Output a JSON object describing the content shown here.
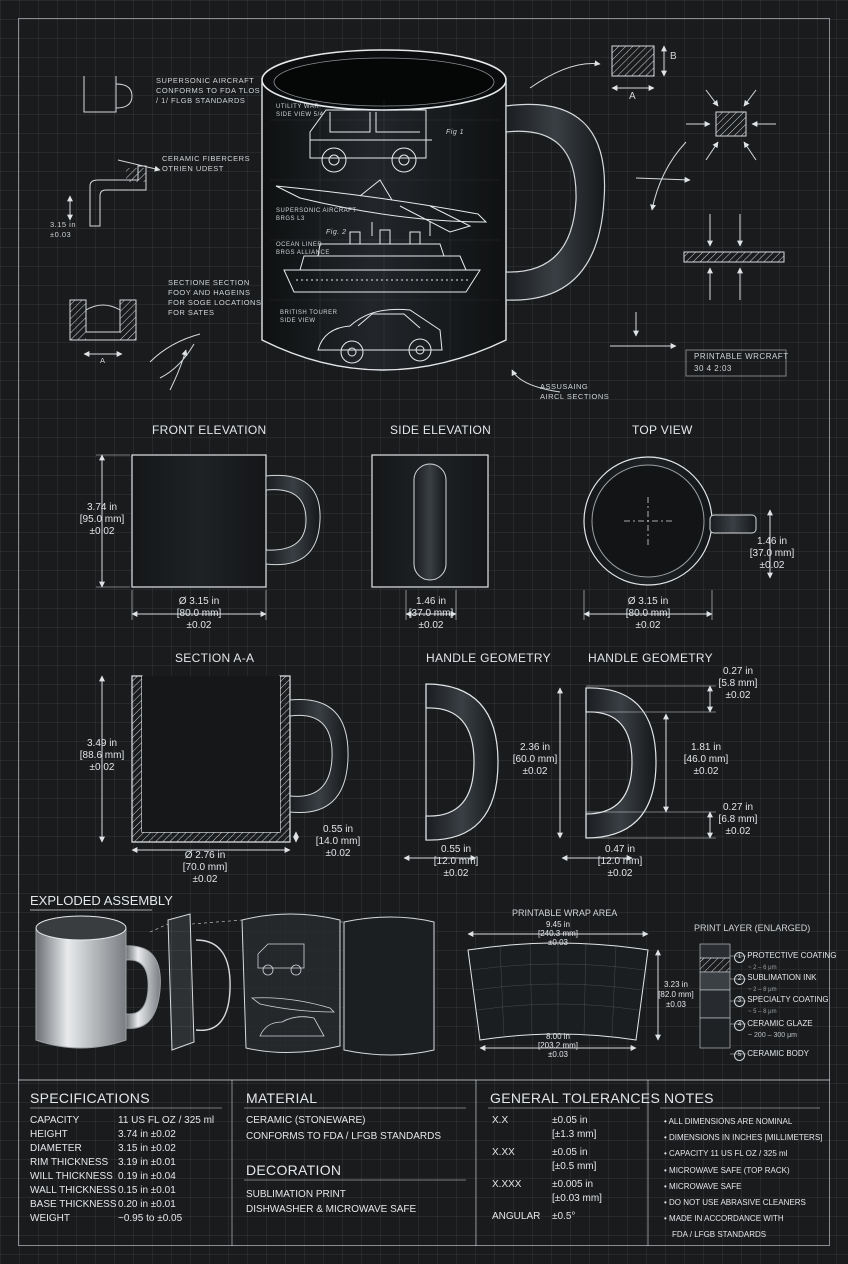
{
  "top_notes": {
    "supersonic_1": "SUPERSONIC AIRCRAFT",
    "supersonic_2": "CONFORMS TO FDA TLOS",
    "supersonic_3": "/ 1/ FLGB STANDARDS",
    "ceramic_1": "CERAMIC FIBERCERS",
    "ceramic_2": "OTRIEN UDEST",
    "ceramic_dim_1": "3.15 in",
    "ceramic_dim_2": "±0.03",
    "section_1": "SECTIONE SECTION",
    "section_2": "FOOY AND HAGEINS",
    "section_3": "FOR SOGE LOCATIONS",
    "section_4": "FOR SATES",
    "section_a": "A",
    "corner_a": "A",
    "corner_b": "B",
    "printable_1": "PRINTABLE WRCRAFT",
    "printable_2": "30 4 2:03",
    "assemb_1": "ASSUSAING",
    "assemb_2": "AIRCL SECTIONS"
  },
  "mug_labels": {
    "jeep_1": "UTILITY WAR",
    "jeep_2": "SIDE VIEW 5/4",
    "fig1": "Fig 1",
    "plane_1": "SUPERSONIC AIRCRAFT",
    "plane_2": "BRGS L3",
    "fig2": "Fig. 2",
    "ship_1": "OCEAN LINER",
    "ship_2": "BRGS ALLIANCE",
    "car_1": "BRITISH TOURER",
    "car_2": "SIDE VIEW"
  },
  "views": {
    "front_title": "FRONT ELEVATION",
    "side_title": "SIDE ELEVATION",
    "top_title": "TOP VIEW",
    "front_h": [
      "3.74 in",
      "[95.0 mm]",
      "±0.02"
    ],
    "front_w": [
      "Ø 3.15 in",
      "[80.0 mm]",
      "±0.02"
    ],
    "side_w": [
      "1.46 in",
      "[37.0 mm]",
      "±0.02"
    ],
    "top_handle": [
      "1.46 in",
      "[37.0 mm]",
      "±0.02"
    ],
    "top_w": [
      "Ø 3.15 in",
      "[80.0 mm]",
      "±0.02"
    ]
  },
  "sections": {
    "section_title": "SECTION A-A",
    "handle_title_1": "HANDLE GEOMETRY",
    "handle_title_2": "HANDLE GEOMETRY",
    "section_h": [
      "3.49 in",
      "[88.6 mm]",
      "±0.02"
    ],
    "section_base": [
      "0.55 in",
      "[14.0 mm]",
      "±0.02"
    ],
    "section_w": [
      "Ø 2.76 in",
      "[70.0 mm]",
      "±0.02"
    ],
    "handle1_w": [
      "0.55 in",
      "[12.0 mm]",
      "±0.02"
    ],
    "handle2_top": [
      "0.27 in",
      "[5.8 mm]",
      "±0.02"
    ],
    "handle2_h": [
      "2.36 in",
      "[60.0 mm]",
      "±0.02"
    ],
    "handle2_inner": [
      "1.81 in",
      "[46.0 mm]",
      "±0.02"
    ],
    "handle2_bottom": [
      "0.27 in",
      "[6.8 mm]",
      "±0.02"
    ],
    "handle2_w": [
      "0.47 in",
      "[12.0 mm]",
      "±0.02"
    ]
  },
  "assembly": {
    "exploded_title": "EXPLODED ASSEMBLY",
    "wrap_title": "PRINTABLE WRAP AREA",
    "wrap_top": [
      "9.45 in",
      "[240.3 mm]",
      "±0.03"
    ],
    "wrap_h": [
      "3.23 in",
      "[82.0 mm]",
      "±0.03"
    ],
    "wrap_bottom": [
      "8.00 in",
      "[203.2 mm]",
      "±0.03"
    ],
    "print_title": "PRINT LAYER (ENLARGED)",
    "layers": [
      {
        "num": "1",
        "name": "PROTECTIVE COATING",
        "sub": "~ 2 – 6 μm"
      },
      {
        "num": "2",
        "name": "SUBLIMATION INK",
        "sub": "~ 2 – 8 μm"
      },
      {
        "num": "3",
        "name": "SPECIALTY COATING",
        "sub": "~ 5 – 8 μm"
      },
      {
        "num": "4",
        "name": "CERAMIC GLAZE",
        "sub": "~ 200 – 300 μm"
      },
      {
        "num": "5",
        "name": "CERAMIC BODY",
        "sub": ""
      }
    ]
  },
  "specs": {
    "title": "SPECIFICATIONS",
    "rows": [
      {
        "k": "CAPACITY",
        "v": "11 US FL OZ / 325 ml"
      },
      {
        "k": "HEIGHT",
        "v": "3.74 in ±0.02"
      },
      {
        "k": "DIAMETER",
        "v": "3.15 in ±0.02"
      },
      {
        "k": "RIM THICKNESS",
        "v": "3.19 in ±0.01"
      },
      {
        "k": "WILL THICKNESS",
        "v": "0.19 in ±0.04"
      },
      {
        "k": "WALL THICKNESS",
        "v": "0.15 in ±0.01"
      },
      {
        "k": "BASE THICKNESS",
        "v": "0.20 in ±0.01"
      },
      {
        "k": "WEIGHT",
        "v": "~0.95 to ±0.05"
      }
    ]
  },
  "material": {
    "title": "MATERIAL",
    "line1": "CERAMIC (STONEWARE)",
    "line2": "CONFORMS TO FDA / LFGB STANDARDS",
    "deco_title": "DECORATION",
    "deco1": "SUBLIMATION PRINT",
    "deco2": "DISHWASHER & MICROWAVE SAFE"
  },
  "tolerances": {
    "title": "GENERAL TOLERANCES",
    "rows": [
      {
        "k": "X.X",
        "v1": "±0.05 in",
        "v2": "[±1.3 mm]"
      },
      {
        "k": "X.XX",
        "v1": "±0.05 in",
        "v2": "[±0.5 mm]"
      },
      {
        "k": "X.XXX",
        "v1": "±0.005 in",
        "v2": "[±0.03 mm]"
      },
      {
        "k": "ANGULAR",
        "v1": "±0.5°",
        "v2": ""
      }
    ]
  },
  "notes": {
    "title": "NOTES",
    "items": [
      "ALL DIMENSIONS ARE NOMINAL",
      "DIMENSIONS IN INCHES [MILLIMETERS]",
      "CAPACITY 11 US FL OZ / 325 ml",
      "MICROWAVE SAFE (TOP RACK)",
      "MICROWAVE SAFE",
      "DO NOT USE ABRASIVE CLEANERS",
      "MADE IN ACCORDANCE WITH",
      "FDA / LFGB STANDARDS"
    ]
  }
}
